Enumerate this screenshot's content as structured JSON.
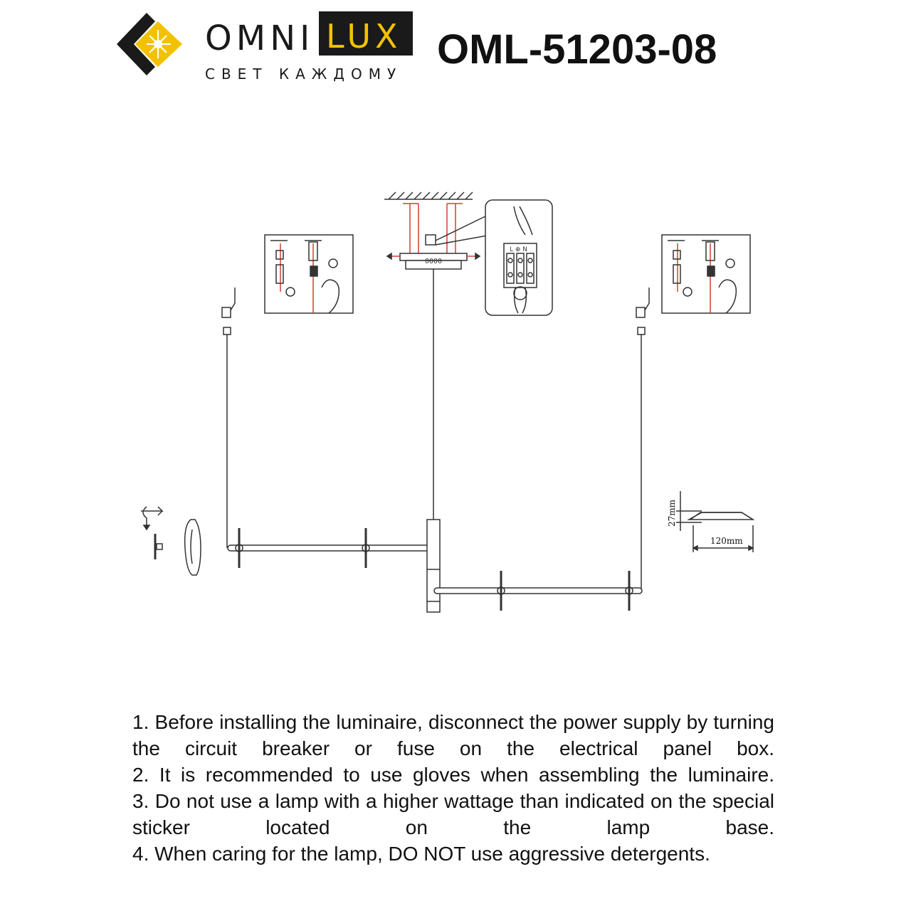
{
  "header": {
    "brand_omni": "OMNI",
    "brand_lux": "LUX",
    "tagline": "СВЕТ КАЖДОМУ",
    "model": "OML-51203-08",
    "colors": {
      "brand_yellow": "#f2c200",
      "brand_dark": "#1a1a1a"
    }
  },
  "diagram": {
    "terminal_labels": "L ⊕ N",
    "canopy_label": "0000",
    "dimension_height": "27mm",
    "dimension_width": "120mm",
    "accent_red": "#d04030"
  },
  "instructions": [
    "1. Before installing the luminaire, disconnect the power supply by turning the circuit breaker or fuse on the electrical panel box.",
    "2. It is recommended to use gloves when assembling the luminaire.",
    "3. Do not use a lamp with a higher wattage than indicated on the special sticker located on the lamp base.",
    "4. When caring for the lamp, DO NOT use aggressive detergents."
  ]
}
